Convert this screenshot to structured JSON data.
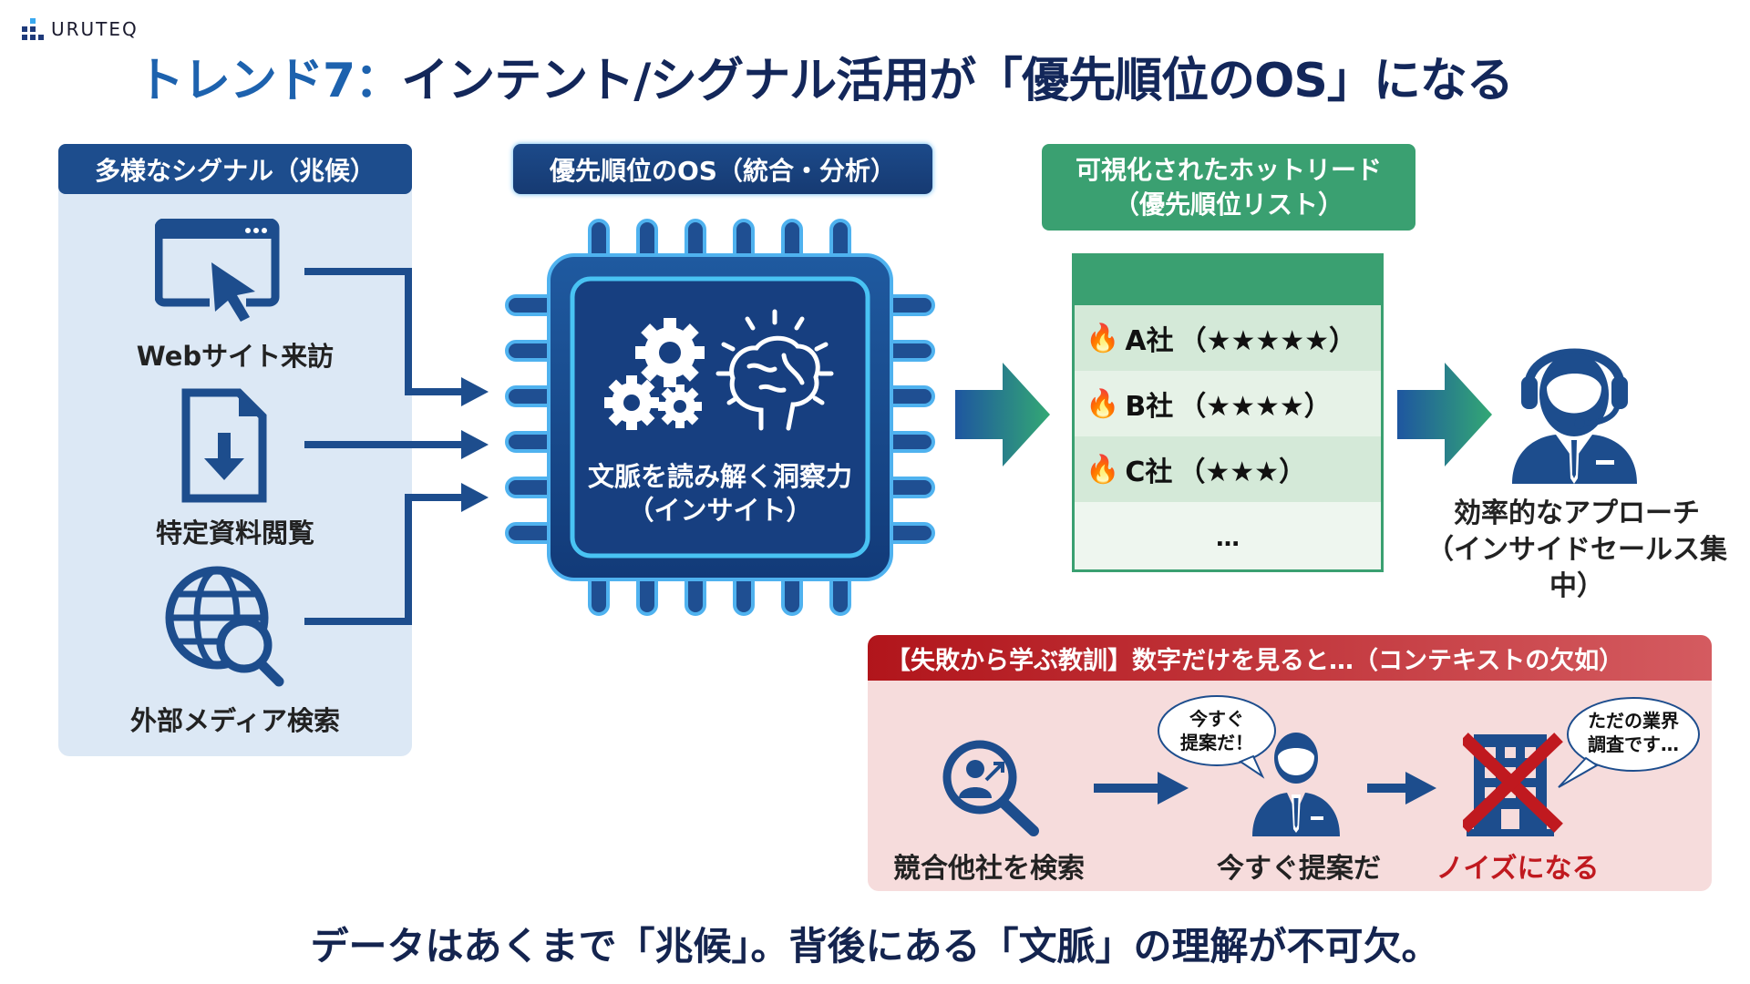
{
  "brand": {
    "logo_text": "URUTEQ"
  },
  "title": {
    "accent": "トレンド7：",
    "main": "インテント/シグナル活用が「優先順位のOS」になる"
  },
  "signals": {
    "header": "多様なシグナル（兆候）",
    "items": [
      {
        "label": "Webサイト来訪",
        "icon": "browser-cursor-icon"
      },
      {
        "label": "特定資料閲覧",
        "icon": "document-download-icon"
      },
      {
        "label": "外部メディア検索",
        "icon": "globe-search-icon"
      }
    ]
  },
  "os": {
    "header": "優先順位のOS（統合・分析）",
    "chip_line1": "文脈を読み解く洞察力",
    "chip_line2": "（インサイト）"
  },
  "hot_leads": {
    "header_line1": "可視化されたホットリード",
    "header_line2": "（優先順位リスト）",
    "rows": [
      {
        "company": "A社",
        "stars": "（★★★★★）",
        "rating": 5
      },
      {
        "company": "B社",
        "stars": "（★★★★）",
        "rating": 4
      },
      {
        "company": "C社",
        "stars": "（★★★）",
        "rating": 3
      }
    ],
    "more": "…"
  },
  "approach": {
    "line1": "効率的なアプローチ",
    "line2": "（インサイドセールス集中）"
  },
  "lesson": {
    "header": "【失敗から学ぶ教訓】数字だけを見ると…（コンテキストの欠如）",
    "steps": [
      {
        "label": "競合他社を検索"
      },
      {
        "label": "今すぐ提案だ",
        "bubble_line1": "今すぐ",
        "bubble_line2": "提案だ！"
      },
      {
        "label": "ノイズになる",
        "bubble_line1": "ただの業界",
        "bubble_line2": "調査です…"
      }
    ]
  },
  "footer": "データはあくまで「兆候」。背後にある「文脈」の理解が不可欠。",
  "colors": {
    "navy": "#1d4d8d",
    "green": "#3aa071",
    "red": "#c0191f",
    "accent_blue": "#1d62ae"
  }
}
